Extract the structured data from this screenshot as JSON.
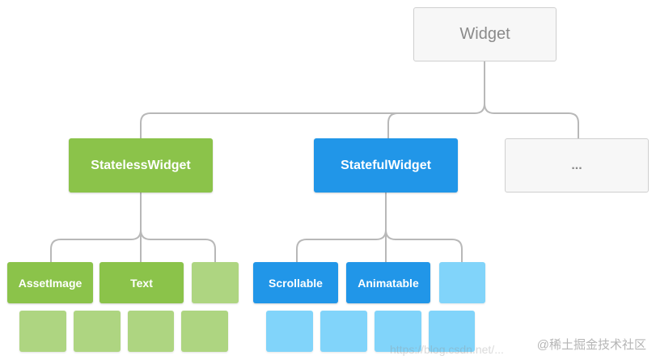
{
  "diagram": {
    "root": {
      "label": "Widget"
    },
    "level1": {
      "stateless": {
        "label": "StatelessWidget"
      },
      "stateful": {
        "label": "StatefulWidget"
      },
      "more": {
        "label": "..."
      }
    },
    "stateless_children": {
      "asset_image": {
        "label": "AssetImage"
      },
      "text": {
        "label": "Text"
      }
    },
    "stateful_children": {
      "scrollable": {
        "label": "Scrollable"
      },
      "animatable": {
        "label": "Animatable"
      }
    },
    "colors": {
      "line": "#b8b8b8",
      "gray_fill": "#f7f7f7",
      "gray_border": "#cfcfcf",
      "green_dark": "#8bc34a",
      "green_light": "#aed581",
      "blue_dark": "#2196e8",
      "blue_light": "#81d4fa"
    }
  },
  "watermark": {
    "site": "@稀土掘金技术社区",
    "url": "https://blog.csdn.net/..."
  }
}
